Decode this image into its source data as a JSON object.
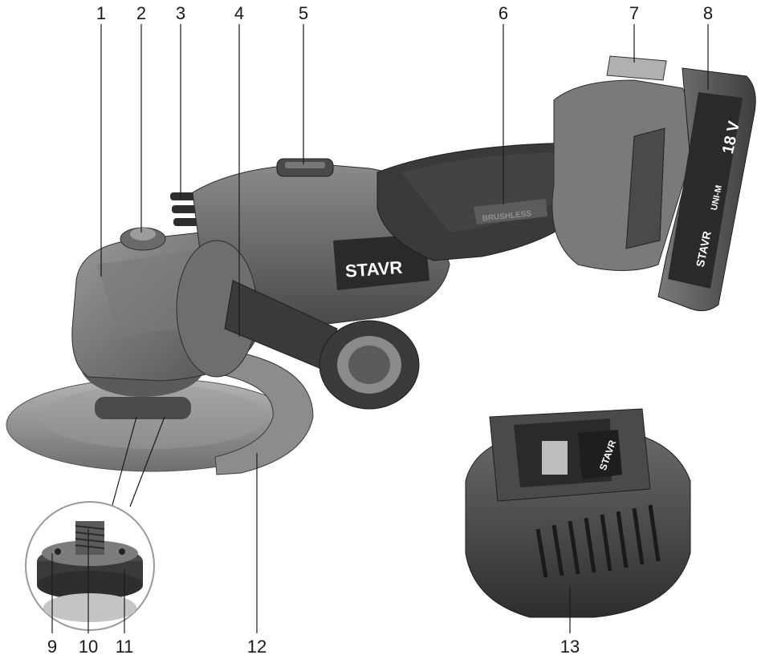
{
  "callouts": {
    "n1": "1",
    "n2": "2",
    "n3": "3",
    "n4": "4",
    "n5": "5",
    "n6": "6",
    "n7": "7",
    "n8": "8",
    "n9": "9",
    "n10": "10",
    "n11": "11",
    "n12": "12",
    "n13": "13"
  },
  "branding": {
    "grinder_logo": "STAVR",
    "handle_mark": "BRUSHLESS",
    "battery_voltage": "18 V",
    "battery_series": "UNI-M",
    "battery_logo": "STAVR",
    "charger_logo": "STAVR"
  },
  "colors": {
    "line": "#1a1a1a",
    "body_dark": "#3a3a3a",
    "body_mid": "#6e6e6e",
    "body_light": "#a8a8a8",
    "guard": "#8c8c8c"
  }
}
